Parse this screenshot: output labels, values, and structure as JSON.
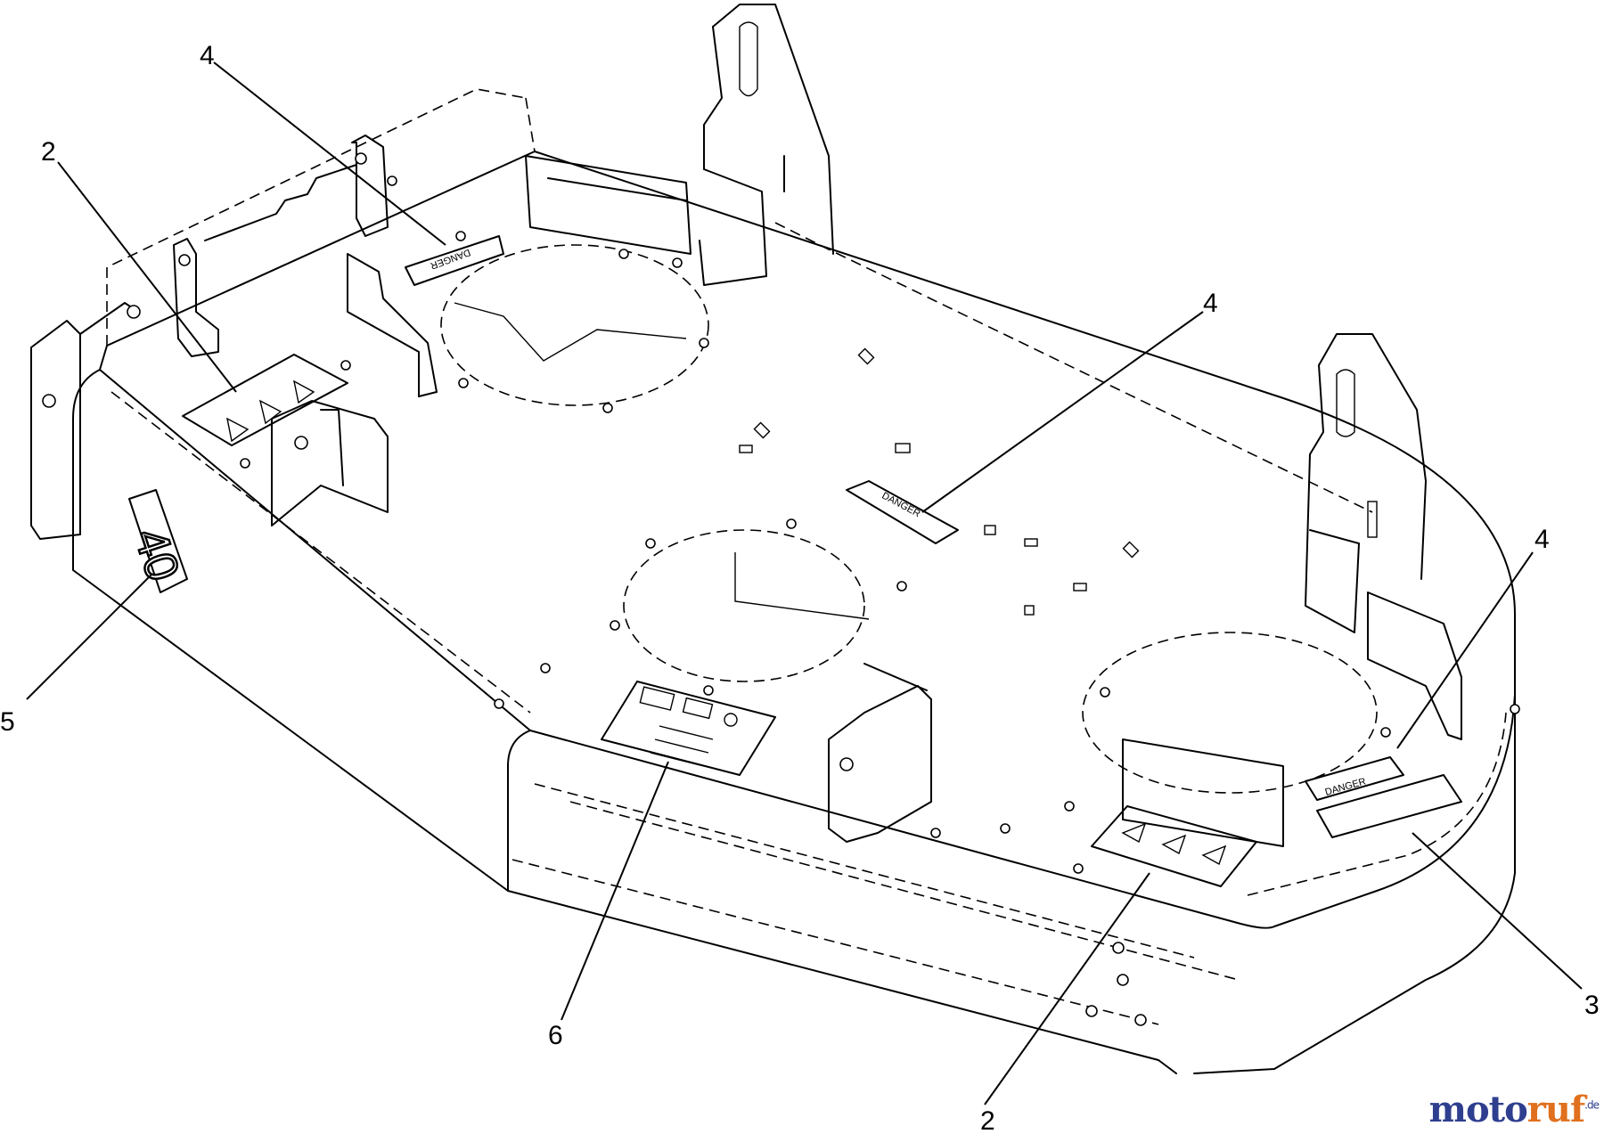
{
  "callouts": [
    {
      "id": "c4-top",
      "label": "4"
    },
    {
      "id": "c2-left",
      "label": "2"
    },
    {
      "id": "c4-mid",
      "label": "4"
    },
    {
      "id": "c4-right",
      "label": "4"
    },
    {
      "id": "c5",
      "label": "5"
    },
    {
      "id": "c6",
      "label": "6"
    },
    {
      "id": "c2-bottom",
      "label": "2"
    },
    {
      "id": "c3",
      "label": "3"
    }
  ],
  "decals": {
    "danger_center": "DANGER",
    "danger_right": "DANGER",
    "danger_rear": "DANGER",
    "deck_size": "40"
  },
  "watermark": {
    "part1": "moto",
    "part2": "ruf",
    "suffix": ".de"
  },
  "colors": {
    "line": "#000000",
    "background": "#ffffff",
    "watermark_blue": "#2f3f8f",
    "watermark_orange": "#e0701e"
  }
}
